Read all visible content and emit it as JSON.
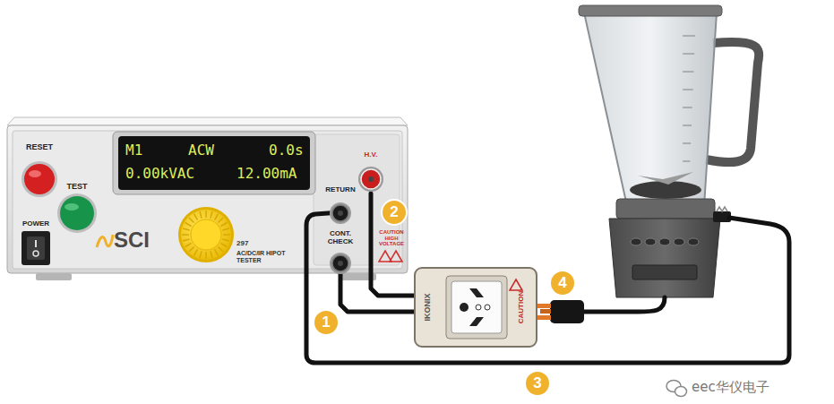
{
  "diagram": {
    "nodes": [
      {
        "text": [
          "RESET",
          "TEST",
          "POWER",
          "SCI",
          "297",
          "AC/DC/IR HIPOT TESTER",
          "CAUTION HIGH VOLTAGE"
        ]
      },
      {
        "text": [
          "M1",
          "ACW",
          "0.0s",
          "0.00kVAC",
          "12.00mA"
        ],
        "in": 0
      },
      {
        "text": [
          "RETURN"
        ],
        "in": 0
      },
      {
        "text": [
          "CONT. CHECK"
        ],
        "in": 0
      },
      {
        "text": [
          "H.V."
        ],
        "in": 0
      },
      {
        "text": [
          "IKONIX",
          "CAUTION"
        ]
      },
      {
        "text": [
          "1"
        ]
      },
      {
        "text": [
          "2"
        ]
      },
      {
        "text": [
          "3"
        ]
      },
      {
        "text": [
          "4"
        ]
      }
    ],
    "edges": [
      {
        "from": 3,
        "to": 5,
        "arrow": "none"
      },
      {
        "from": 4,
        "to": 5,
        "arrow": "none"
      }
    ],
    "labels": [
      "eec华仪电子"
    ]
  }
}
